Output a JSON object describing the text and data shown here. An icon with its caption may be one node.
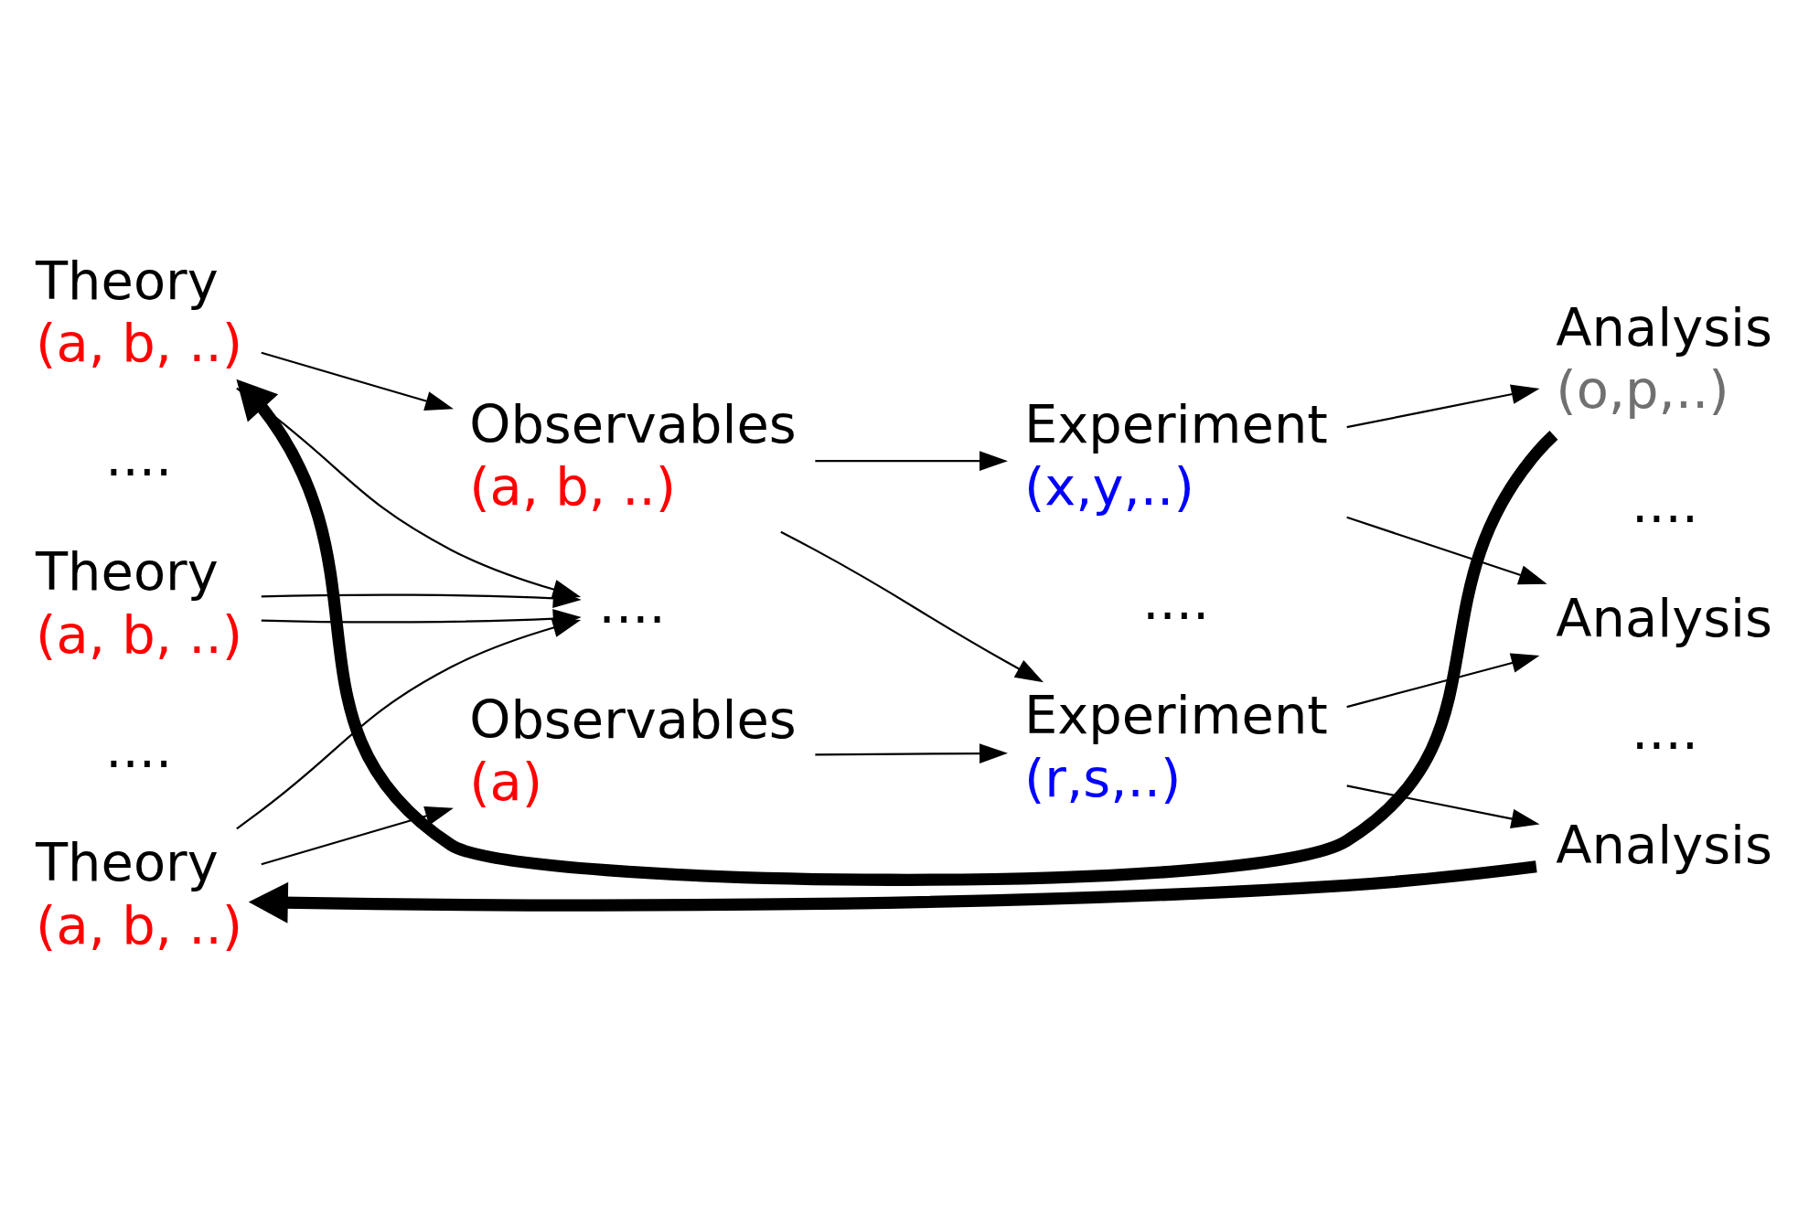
{
  "diagram": {
    "nodes": [
      {
        "text": [
          "Theory",
          "(a, b, ..)"
        ]
      },
      {
        "text": [
          "Theory",
          "(a, b, ..)"
        ]
      },
      {
        "text": [
          "Theory",
          "(a, b, ..)"
        ]
      },
      {
        "text": [
          "Observables",
          "(a, b, ..)"
        ]
      },
      {
        "text": [
          "...."
        ]
      },
      {
        "text": [
          "Observables",
          "(a)"
        ]
      },
      {
        "text": [
          "Experiment",
          "(x,y,..)"
        ]
      },
      {
        "text": [
          "Experiment",
          "(r,s,..)"
        ]
      },
      {
        "text": [
          "Analysis",
          "(o,p,..)"
        ]
      },
      {
        "text": [
          "Analysis"
        ]
      },
      {
        "text": [
          "Analysis"
        ]
      }
    ],
    "edges": [
      {
        "from": 0,
        "to": 3,
        "arrow": "to"
      },
      {
        "from": 0,
        "to": 4,
        "arrow": "to"
      },
      {
        "from": 1,
        "to": 4,
        "arrow": "to"
      },
      {
        "from": 1,
        "to": 4,
        "arrow": "to"
      },
      {
        "from": 2,
        "to": 4,
        "arrow": "to"
      },
      {
        "from": 2,
        "to": 5,
        "arrow": "to"
      },
      {
        "from": 3,
        "to": 6,
        "arrow": "to"
      },
      {
        "from": 3,
        "to": 7,
        "arrow": "to"
      },
      {
        "from": 5,
        "to": 7,
        "arrow": "to"
      },
      {
        "from": 6,
        "to": 8,
        "arrow": "to"
      },
      {
        "from": 6,
        "to": 9,
        "arrow": "to"
      },
      {
        "from": 7,
        "to": 9,
        "arrow": "to"
      },
      {
        "from": 7,
        "to": 10,
        "arrow": "to"
      },
      {
        "from": 8,
        "to": 0,
        "arrow": "to",
        "style": "thick"
      },
      {
        "from": 10,
        "to": 2,
        "arrow": "to",
        "style": "thick"
      }
    ],
    "labels": [
      "....",
      "....",
      "....",
      "....",
      "...."
    ]
  }
}
